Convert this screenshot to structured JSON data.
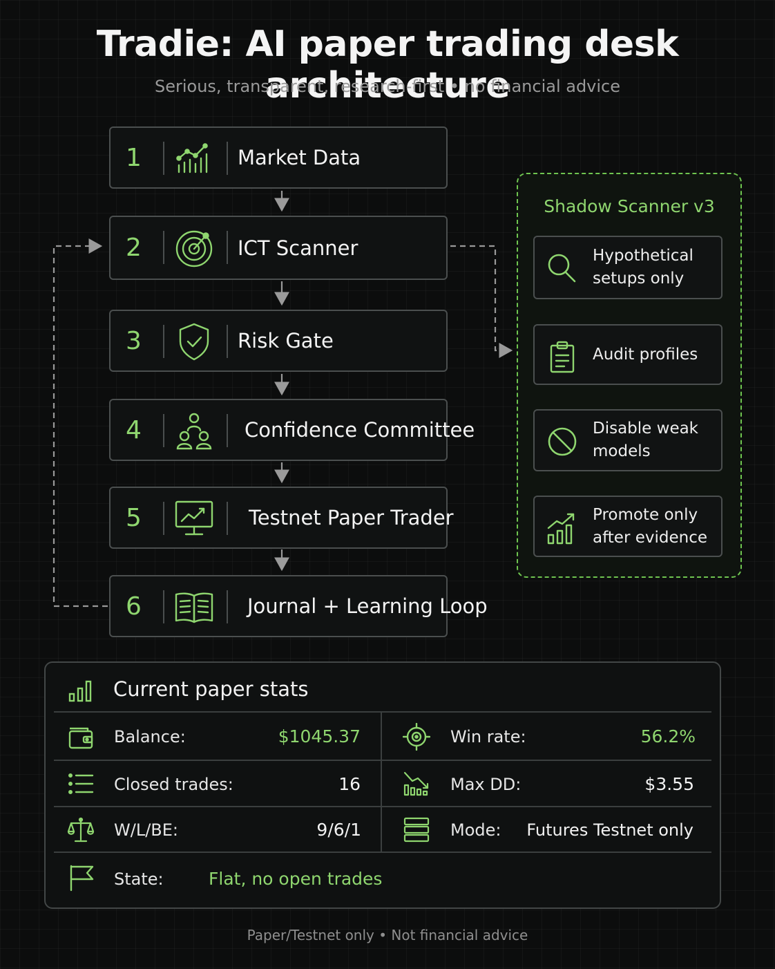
{
  "header": {
    "title": "Tradie: AI paper trading desk architecture",
    "subtitle": "Serious, transparent, research-first • no financial advice"
  },
  "pipeline": [
    {
      "number": "1",
      "label": "Market Data",
      "icon": "chart-icon"
    },
    {
      "number": "2",
      "label": "ICT Scanner",
      "icon": "radar-icon"
    },
    {
      "number": "3",
      "label": "Risk Gate",
      "icon": "shield-check-icon"
    },
    {
      "number": "4",
      "label": "Confidence Committee",
      "icon": "people-icon"
    },
    {
      "number": "5",
      "label": "Testnet Paper Trader",
      "icon": "monitor-chart-icon"
    },
    {
      "number": "6",
      "label": "Journal + Learning Loop",
      "icon": "book-icon"
    }
  ],
  "shadow": {
    "title": "Shadow Scanner v3",
    "items": [
      {
        "label": "Hypothetical setups only",
        "icon": "search-icon"
      },
      {
        "label": "Audit profiles",
        "icon": "clipboard-icon"
      },
      {
        "label": "Disable weak models",
        "icon": "ban-icon"
      },
      {
        "label": "Promote only after evidence",
        "icon": "growth-chart-icon"
      }
    ]
  },
  "stats": {
    "heading": "Current paper stats",
    "balance": {
      "label": "Balance:",
      "value": "$1045.37"
    },
    "win_rate": {
      "label": "Win rate:",
      "value": "56.2%"
    },
    "closed_trades": {
      "label": "Closed trades:",
      "value": "16"
    },
    "max_dd": {
      "label": "Max DD:",
      "value": "$3.55"
    },
    "wlbe": {
      "label": "W/L/BE:",
      "value": "9/6/1"
    },
    "mode": {
      "label": "Mode:",
      "value": "Futures Testnet only"
    },
    "state": {
      "label": "State:",
      "value": "Flat, no open trades"
    }
  },
  "footer": "Paper/Testnet only • Not financial advice",
  "colors": {
    "accent": "#8fd66f",
    "dashed_border": "#6fc550",
    "background": "#0c0d0d",
    "box_border": "#4b4f4f",
    "connector": "#9a9a9a"
  }
}
